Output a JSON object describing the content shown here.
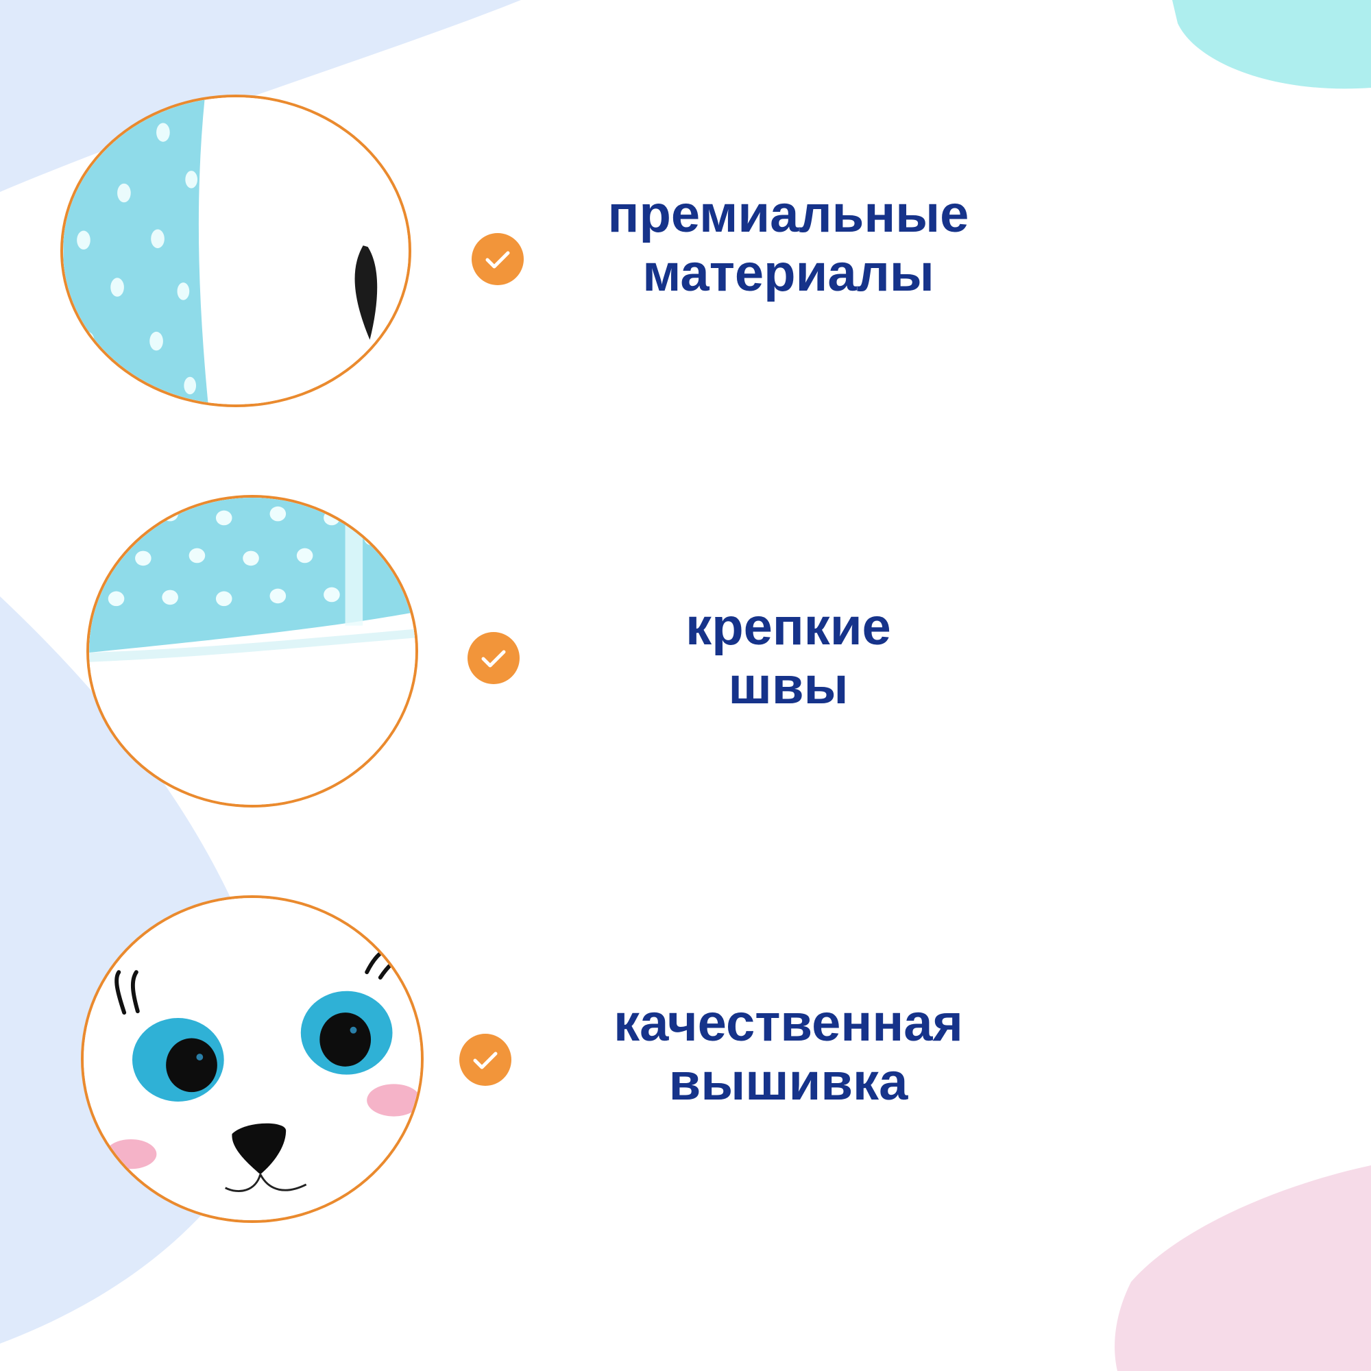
{
  "features": [
    {
      "line1": "премиальные",
      "line2": "материалы",
      "photo": "polka-dot-fabric-plush-closeup",
      "icon": "checkmark-icon"
    },
    {
      "line1": "крепкие",
      "line2": "швы",
      "photo": "fabric-seam-closeup",
      "icon": "checkmark-icon"
    },
    {
      "line1": "качественная",
      "line2": "вышивка",
      "photo": "embroidered-face-closeup",
      "icon": "checkmark-icon"
    }
  ],
  "colors": {
    "text": "#16338a",
    "accent": "#f2953a",
    "circle_border": "#ea8a2e",
    "bg_blue": "#dfeafb",
    "bg_mint": "#aeeeee",
    "bg_pink": "#f6dbe8",
    "fabric_blue": "#8fdbe9"
  }
}
